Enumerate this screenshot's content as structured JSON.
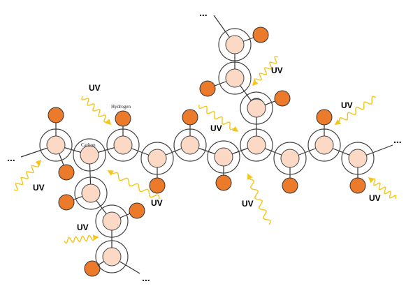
{
  "labels": {
    "hydrogen": "Hydrogen",
    "carbon": "Carbon",
    "uv": "UV",
    "ellipsis": "..."
  },
  "colors": {
    "carbon_fill": "#fbd9c4",
    "hydrogen_fill": "#ec7a2b",
    "uv_color": "#f5c518",
    "bond_color": "#333333",
    "ring_color": "#444444"
  }
}
